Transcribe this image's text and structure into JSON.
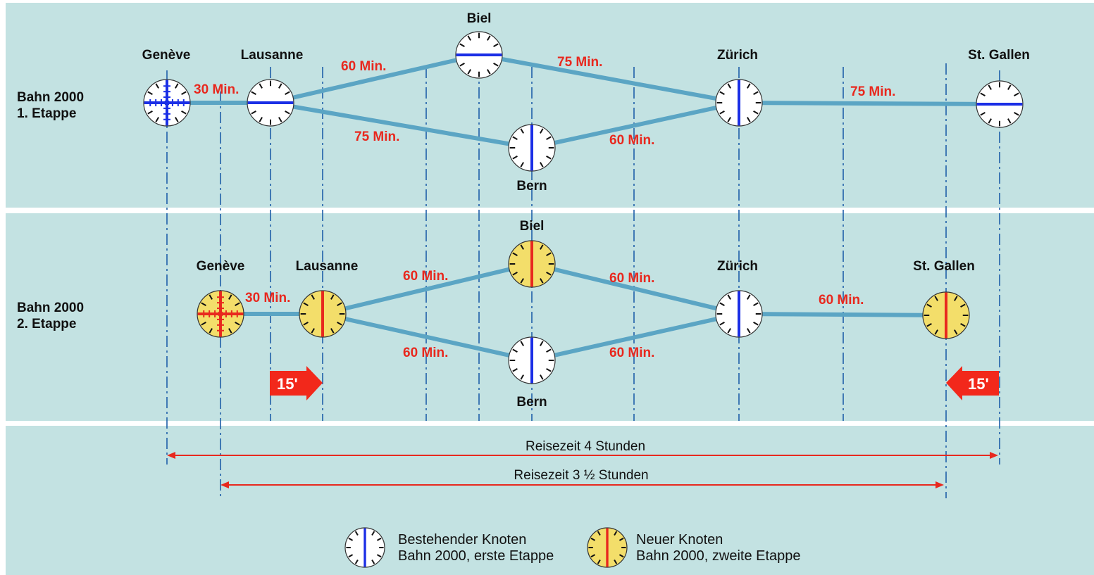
{
  "colors": {
    "panel": "#c3e2e2",
    "line": "#5ba5c4",
    "existing_hand": "#1a2ee6",
    "new_hand": "#e8281e",
    "new_face": "#f3de6a",
    "duration_text": "#e8281e",
    "arrow": "#f2281b",
    "dashline": "#1f5fa8"
  },
  "stage1": {
    "label_line1": "Bahn 2000",
    "label_line2": "1. Etappe",
    "cities": {
      "geneve": "Genève",
      "lausanne": "Lausanne",
      "biel": "Biel",
      "bern": "Bern",
      "zurich": "Zürich",
      "stgallen": "St. Gallen"
    },
    "durations": {
      "geneve_lausanne": "30 Min.",
      "lausanne_biel": "60 Min.",
      "lausanne_bern": "75 Min.",
      "biel_zurich": "75 Min.",
      "bern_zurich": "60 Min.",
      "zurich_stgallen": "75 Min."
    }
  },
  "stage2": {
    "label_line1": "Bahn 2000",
    "label_line2": "2. Etappe",
    "cities": {
      "geneve": "Genève",
      "lausanne": "Lausanne",
      "biel": "Biel",
      "bern": "Bern",
      "zurich": "Zürich",
      "stgallen": "St. Gallen"
    },
    "durations": {
      "geneve_lausanne": "30 Min.",
      "lausanne_biel": "60 Min.",
      "lausanne_bern": "60 Min.",
      "biel_zurich": "60 Min.",
      "bern_zurich": "60 Min.",
      "zurich_stgallen": "60 Min."
    },
    "shift_left": "15'",
    "shift_right": "15'"
  },
  "travel": {
    "stage1": "Reisezeit  4 Stunden",
    "stage2": "Reisezeit  3 ½ Stunden"
  },
  "legend": {
    "existing_line1": "Bestehender Knoten",
    "existing_line2": "Bahn 2000, erste Etappe",
    "new_line1": "Neuer Knoten",
    "new_line2": "Bahn 2000, zweite Etappe"
  }
}
